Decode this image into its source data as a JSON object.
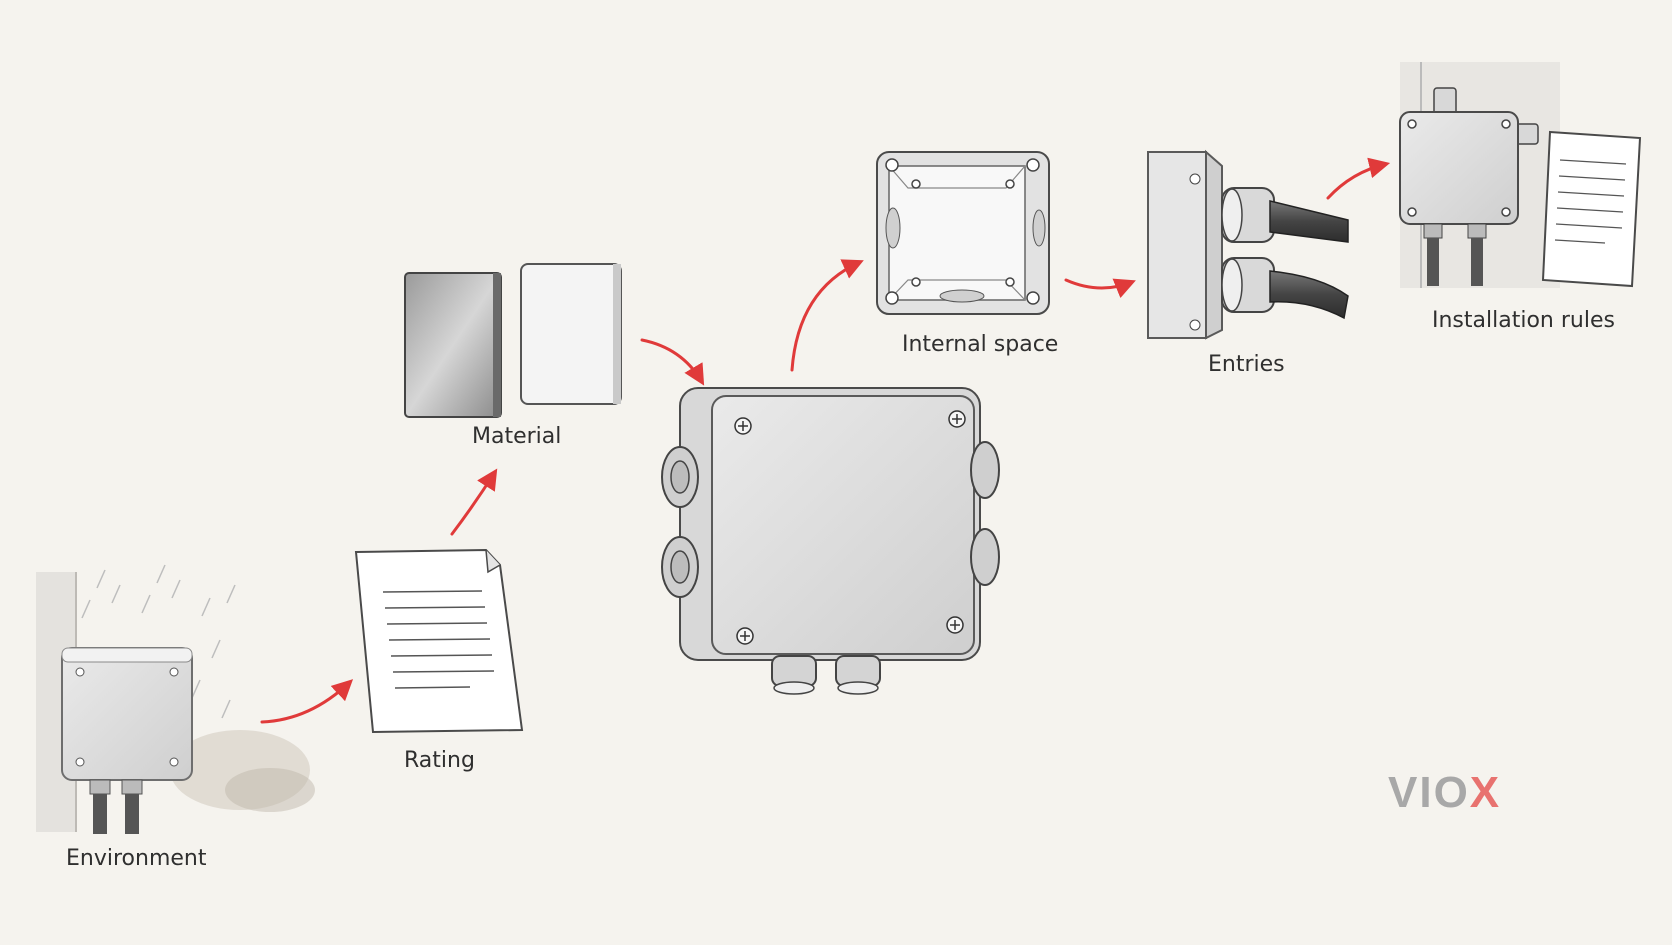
{
  "diagram": {
    "labels": {
      "environment": "Environment",
      "rating": "Rating",
      "material": "Material",
      "internal_space": "Internal space",
      "entries": "Entries",
      "installation_rules": "Installation rules"
    },
    "logo": {
      "main": "VIO",
      "accent": "X"
    },
    "colors": {
      "arrow": "#e03a3a",
      "background": "#f5f3ee",
      "logo_grey": "#a8a8a8",
      "logo_accent": "#e8726f"
    },
    "icons": [
      "outdoor-junction-box-icon",
      "document-icon",
      "metal-sample-icon",
      "plastic-sample-icon",
      "junction-box-icon",
      "open-enclosure-icon",
      "cable-gland-icon",
      "wall-mounted-box-icon",
      "instruction-sheet-icon"
    ]
  }
}
